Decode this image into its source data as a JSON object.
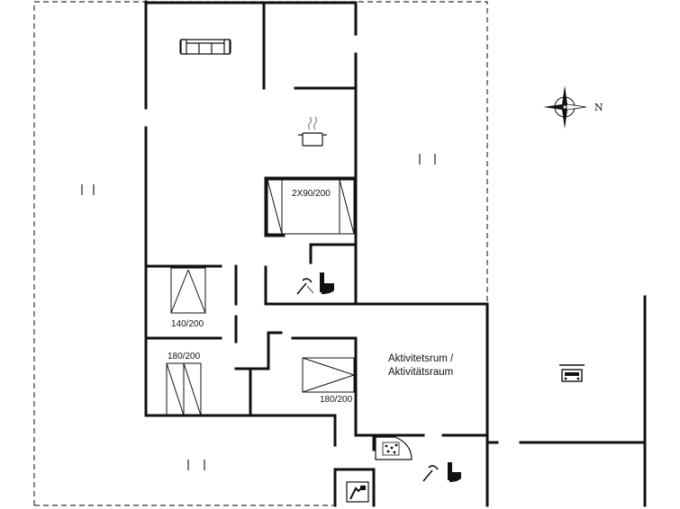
{
  "labels": {
    "activity_room_line1": "Aktivitetsrum /",
    "activity_room_line2": "Aktivitätsraum",
    "north": "N"
  },
  "beds": {
    "bed_top": "2X90/200",
    "bed_left_mid": "140/200",
    "bed_left_bottom": "180/200",
    "bed_center": "180/200"
  },
  "icons": [
    "sofa-icon",
    "cooking-pot-icon",
    "compass-rose-icon",
    "shower-icon",
    "toilet-icon",
    "hot-tub-icon",
    "washing-machine-icon",
    "car-icon"
  ]
}
